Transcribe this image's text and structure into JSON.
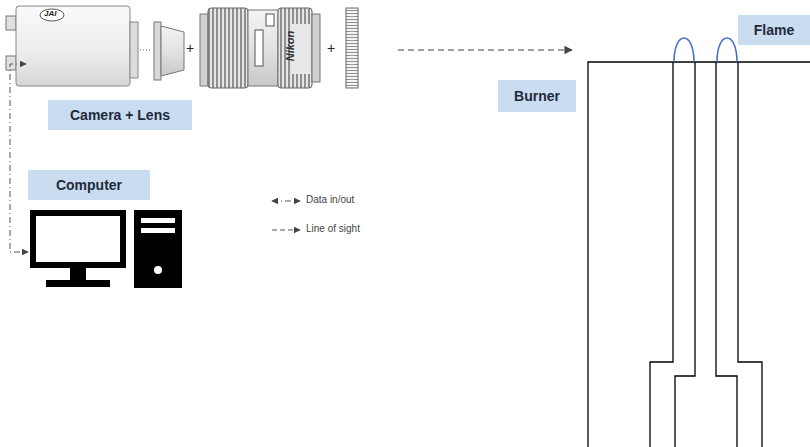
{
  "diagram": {
    "nodes": [
      {
        "text": [
          "Camera + Lens"
        ]
      },
      {
        "text": [
          "Computer"
        ]
      },
      {
        "text": [
          "Burner"
        ]
      },
      {
        "text": [
          "Flame"
        ]
      }
    ],
    "labels": [
      "JAI",
      "+",
      "Nikon",
      "+"
    ],
    "legend": [
      {
        "text": "Data in/out"
      },
      {
        "text": "Line of sight"
      }
    ]
  }
}
